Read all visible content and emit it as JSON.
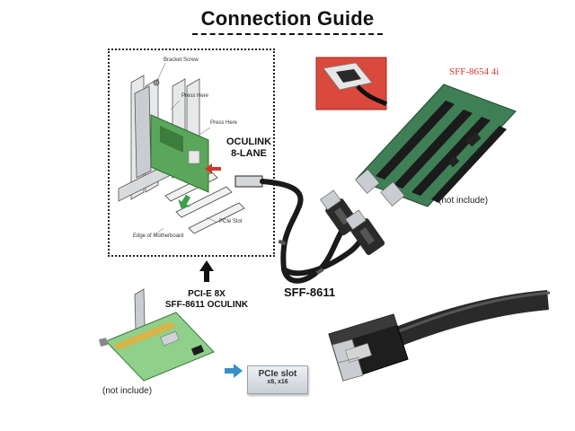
{
  "title": "Connection Guide",
  "diagram": {
    "bracket_screw_label": "Bracket Screw",
    "press_here_label_1": "Press Here",
    "press_here_label_2": "Press Here",
    "pcie_slot_label": "PCIe Slot",
    "motherboard_label": "Edge of Motherboard",
    "oculink_label_line1": "OCULINK",
    "oculink_label_line2": "8-LANE",
    "sff8654_label": "SFF-8654 4i",
    "not_include_right": "(not include)",
    "sff8611_label": "SFF-8611",
    "adapter_label_line1": "PCI-E 8X",
    "adapter_label_line2": "SFF-8611 OCULINK",
    "not_include_left": "(not include)",
    "pcie_slot_box_line1": "PCIe slot",
    "pcie_slot_box_line2": "x8, x16"
  },
  "colors": {
    "pcb_green": "#5aa65a",
    "pcb_light_green": "#8fd08a",
    "arrow_red": "#d0392b",
    "cable_black": "#1a1a1a",
    "bracket_gray": "#b8bcc0",
    "arrow_blue": "#3a8fc7"
  },
  "icons": {
    "up_arrow": "up-arrow-icon",
    "right_arrow": "right-arrow-icon"
  }
}
